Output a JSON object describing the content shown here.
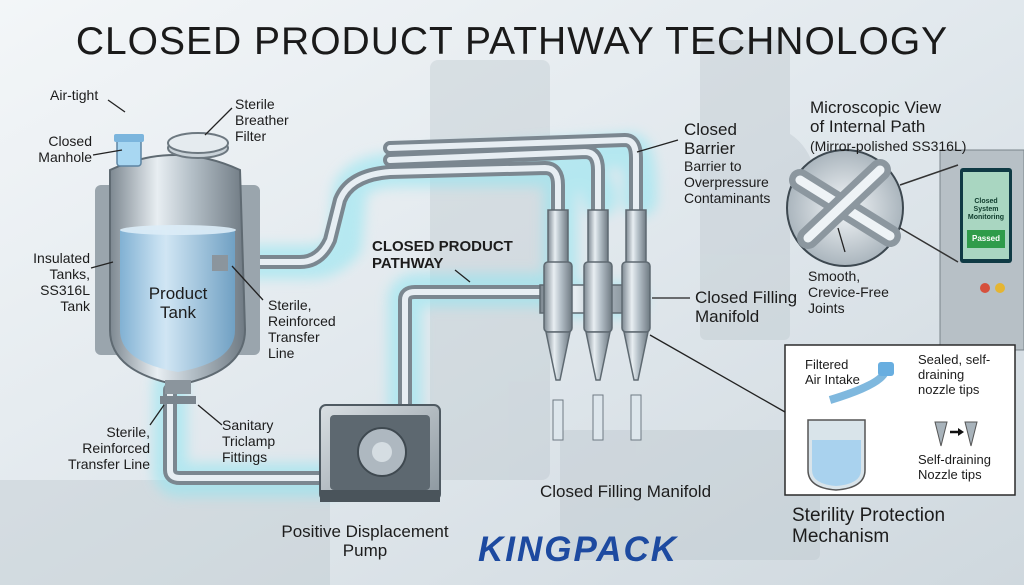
{
  "title": "CLOSED PRODUCT PATHWAY TECHNOLOGY",
  "labels": {
    "air_tight": "Air-tight",
    "closed_manhole": "Closed\nManhole",
    "sterile_breather_filter": "Sterile\nBreather\nFilter",
    "insulated_tanks": "Insulated\nTanks,\nSS316L\nTank",
    "product_tank": "Product\nTank",
    "sterile_reinforced_transfer_line_mid": "Sterile,\nReinforced\nTransfer\nLine",
    "sterile_reinforced_transfer_line_left": "Sterile,\nReinforced\nTransfer Line",
    "sanitary_triclamp_fittings": "Sanitary\nTriclamp\nFittings",
    "closed_product_pathway": "CLOSED PRODUCT\nPATHWAY",
    "positive_displacement_pump": "Positive Displacement\nPump",
    "closed_barrier": "Closed\nBarrier",
    "barrier_to_overpressure": "Barrier to\nOverpressure\nContaminants",
    "closed_filling_manifold_right": "Closed Filling\nManifold",
    "closed_filling_manifold_bottom": "Closed Filling Manifold"
  },
  "microscopic": {
    "title": "Microscopic View\nof Internal Path",
    "subtitle": "(Mirror-polished SS316L)",
    "joints": "Smooth,\nCrevice-Free\nJoints"
  },
  "panel_screen": {
    "line1": "Closed System\nMonitoring",
    "status": "Passed"
  },
  "sterility": {
    "filtered_air": "Filtered\nAir Intake",
    "sealed_tips": "Sealed, self-\ndraining\nnozzle tips",
    "self_draining": "Self-draining\nNozzle tips",
    "title": "Sterility Protection\nMechanism"
  },
  "brand": "KINGPACK",
  "colors": {
    "glow": "#8fe6f2",
    "steel": "#b9c3cb",
    "liquid": "#9cc9e8",
    "brand": "#1d4aa0",
    "status": "#2f9c4a"
  }
}
